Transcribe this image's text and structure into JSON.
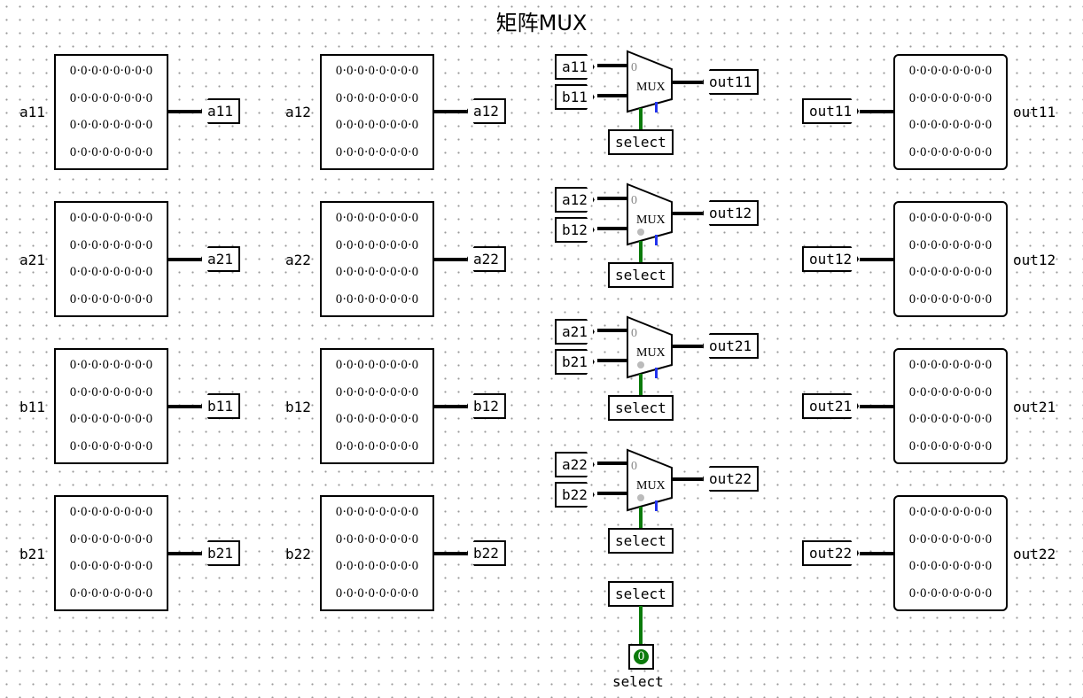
{
  "title": "矩阵MUX",
  "matrix_row": "0·0·0·0·0·0·0·0",
  "left_matrices": [
    {
      "label": "a11",
      "tunnel": "a11"
    },
    {
      "label": "a21",
      "tunnel": "a21"
    },
    {
      "label": "b11",
      "tunnel": "b11"
    },
    {
      "label": "b21",
      "tunnel": "b21"
    }
  ],
  "mid_matrices": [
    {
      "label": "a12",
      "tunnel": "a12"
    },
    {
      "label": "a22",
      "tunnel": "a22"
    },
    {
      "label": "b12",
      "tunnel": "b12"
    },
    {
      "label": "b22",
      "tunnel": "b22"
    }
  ],
  "muxes": [
    {
      "in0": "a11",
      "in1": "b11",
      "out": "out11",
      "sel": "select",
      "mux_label": "MUX",
      "zero": "0"
    },
    {
      "in0": "a12",
      "in1": "b12",
      "out": "out12",
      "sel": "select",
      "mux_label": "MUX",
      "zero": "0"
    },
    {
      "in0": "a21",
      "in1": "b21",
      "out": "out21",
      "sel": "select",
      "mux_label": "MUX",
      "zero": "0"
    },
    {
      "in0": "a22",
      "in1": "b22",
      "out": "out22",
      "sel": "select",
      "mux_label": "MUX",
      "zero": "0"
    }
  ],
  "right_matrices": [
    {
      "tunnel": "out11",
      "label": "out11"
    },
    {
      "tunnel": "out12",
      "label": "out12"
    },
    {
      "tunnel": "out21",
      "label": "out21"
    },
    {
      "tunnel": "out22",
      "label": "out22"
    }
  ],
  "select_input": {
    "tunnel": "select",
    "value": "0",
    "label": "select"
  },
  "colors": {
    "wire": "#000000",
    "active_wire": "#0b7a0b",
    "select_wire": "#2233ee",
    "led": "#0b7a0b"
  }
}
